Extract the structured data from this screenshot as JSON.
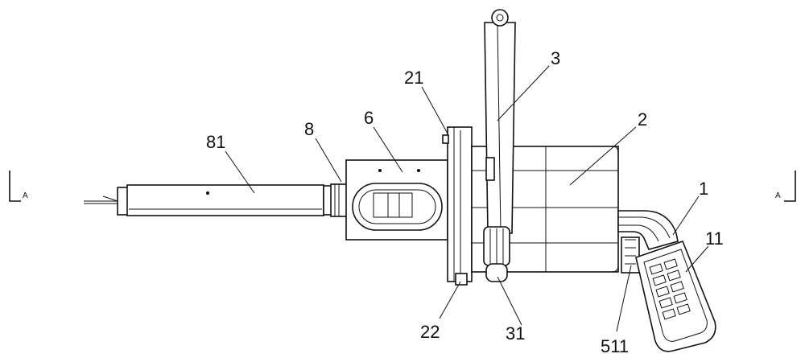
{
  "labels": {
    "l81": "81",
    "l8": "8",
    "l6": "6",
    "l21": "21",
    "l3": "3",
    "l2": "2",
    "l1": "1",
    "l11": "11",
    "l22": "22",
    "l31": "31",
    "l511": "511"
  },
  "section_marks": {
    "left": "A",
    "right": "A"
  }
}
